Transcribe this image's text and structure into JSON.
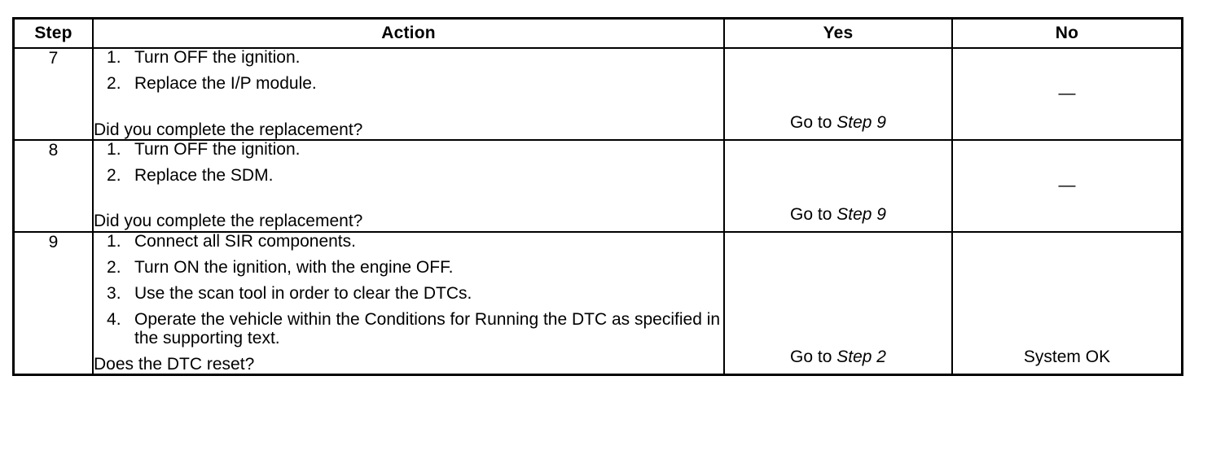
{
  "table": {
    "columns": [
      {
        "key": "step",
        "label": "Step"
      },
      {
        "key": "action",
        "label": "Action"
      },
      {
        "key": "yes",
        "label": "Yes"
      },
      {
        "key": "no",
        "label": "No"
      }
    ],
    "rows": [
      {
        "step": "7",
        "actions": [
          "Turn OFF the ignition.",
          "Replace the I/P module."
        ],
        "question": "Did you complete the replacement?",
        "yes": "Go to Step 9",
        "yes_prefix": "Go to ",
        "yes_ref": "Step 9",
        "no": "—"
      },
      {
        "step": "8",
        "actions": [
          "Turn OFF the ignition.",
          "Replace the SDM."
        ],
        "question": "Did you complete the replacement?",
        "yes": "Go to Step 9",
        "yes_prefix": "Go to ",
        "yes_ref": "Step 9",
        "no": "—"
      },
      {
        "step": "9",
        "actions": [
          "Connect all SIR components.",
          "Turn ON the ignition, with the engine OFF.",
          "Use the scan tool in order to clear the DTCs.",
          "Operate the vehicle within the Conditions for Running the DTC as specified in the supporting text."
        ],
        "question": "Does the DTC reset?",
        "yes": "Go to Step 2",
        "yes_prefix": "Go to ",
        "yes_ref": "Step 2",
        "no": "System OK"
      }
    ]
  },
  "colors": {
    "background": "#ffffff",
    "text": "#000000",
    "border": "#000000"
  }
}
